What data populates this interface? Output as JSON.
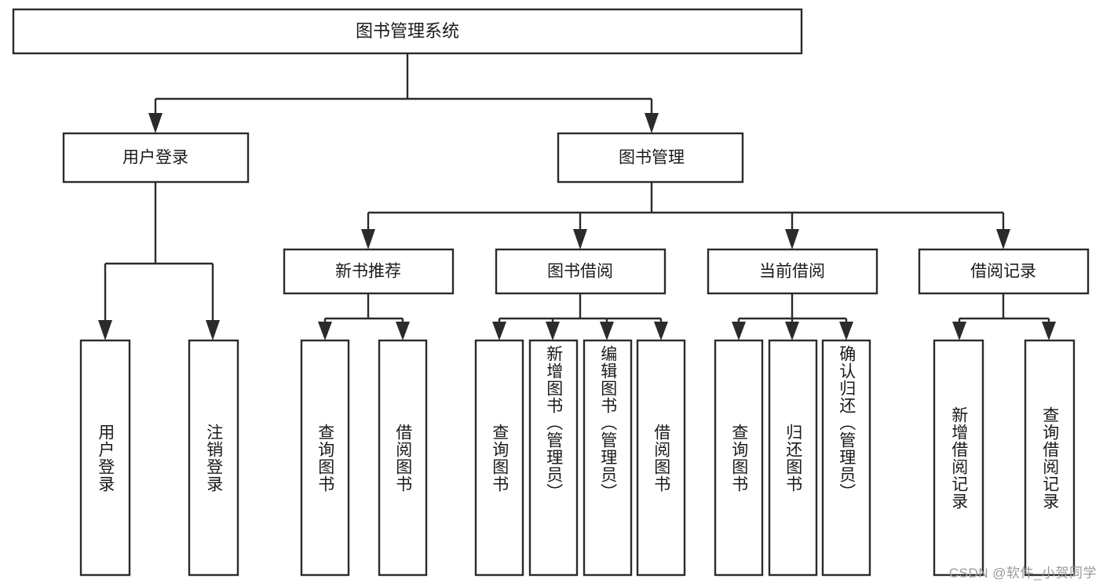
{
  "diagram": {
    "title": "图书管理系统",
    "watermark": "CSDN @软件_小贺同学",
    "colors": {
      "stroke": "#2b2b2b",
      "box_fill": "#ffffff",
      "text": "#1a1a1a",
      "watermark": "#9a9a9a",
      "background": "#ffffff"
    },
    "root": {
      "label": "图书管理系统"
    },
    "level2": [
      {
        "label": "用户登录"
      },
      {
        "label": "图书管理"
      }
    ],
    "level3": [
      {
        "label": "新书推荐"
      },
      {
        "label": "图书借阅"
      },
      {
        "label": "当前借阅"
      },
      {
        "label": "借阅记录"
      }
    ],
    "leaves": {
      "user_login": [
        {
          "label": "用户登录"
        },
        {
          "label": "注销登录"
        }
      ],
      "new_book_recommend": [
        {
          "label": "查询图书"
        },
        {
          "label": "借阅图书"
        }
      ],
      "book_borrow": [
        {
          "label": "查询图书"
        },
        {
          "label": "新增图书（管理员）"
        },
        {
          "label": "编辑图书（管理员）"
        },
        {
          "label": "借阅图书"
        }
      ],
      "current_borrow": [
        {
          "label": "查询图书"
        },
        {
          "label": "归还图书"
        },
        {
          "label": "确认归还（管理员）"
        }
      ],
      "borrow_record": [
        {
          "label": "新增借阅记录"
        },
        {
          "label": "查询借阅记录"
        }
      ]
    }
  }
}
